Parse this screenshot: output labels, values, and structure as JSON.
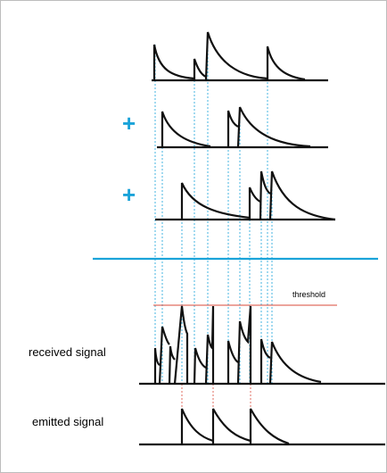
{
  "labels": {
    "threshold": "threshold",
    "received": "received signal",
    "emitted": "emitted signal"
  },
  "operators": {
    "plus_1": "+",
    "plus_2": "+"
  },
  "colors": {
    "accent": "#1aa3d9",
    "threshold": "#d94a3a",
    "ink": "#111111",
    "frame": "#bdbdbd"
  }
}
